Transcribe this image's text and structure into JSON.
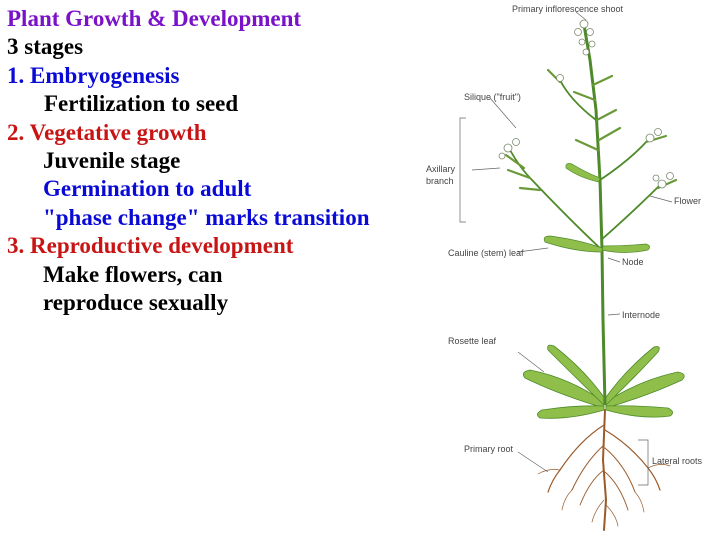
{
  "text": {
    "title": "Plant Growth & Development",
    "stages_count": "3 stages",
    "stage1_title": "1.  Embryogenesis",
    "stage1_detail": "Fertilization to seed",
    "stage2_title": "2. Vegetative growth",
    "stage2_detail1": "Juvenile stage",
    "stage2_detail2": "Germination to adult",
    "stage2_detail3": "\"phase change\" marks transition",
    "stage3_title": "3. Reproductive development",
    "stage3_detail1": "Make flowers, can",
    "stage3_detail2": "reproduce sexually"
  },
  "diagram_labels": {
    "primary_inflorescence_shoot": "Primary inflorescence shoot",
    "silique": "Silique (\"fruit\")",
    "axillary_branch_1": "Axillary",
    "axillary_branch_2": "branch",
    "flower": "Flower",
    "cauline_leaf": "Cauline (stem) leaf",
    "node": "Node",
    "internode": "Internode",
    "rosette_leaf": "Rosette leaf",
    "primary_root": "Primary root",
    "lateral_roots": "Lateral roots"
  },
  "colors": {
    "title": "#7a12c9",
    "red_headings": "#c81414",
    "blue_details": "#0a0ad6",
    "stem_green": "#4e8a2a",
    "leaf_green": "#8fbf4a",
    "root_brown": "#9a5a2a"
  }
}
